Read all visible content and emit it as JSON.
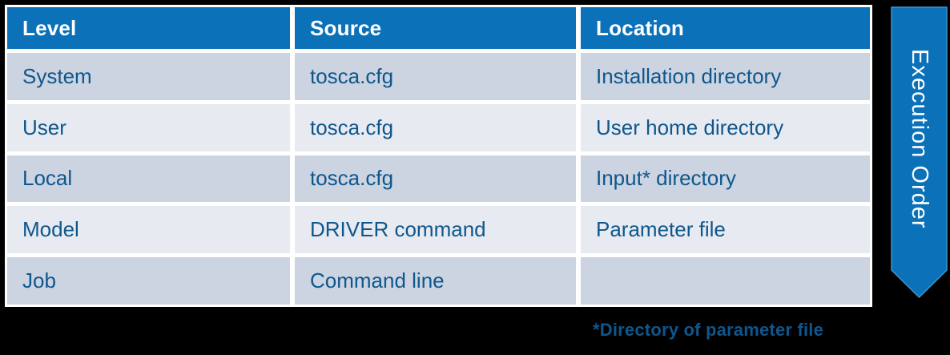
{
  "table": {
    "columns": [
      "Level",
      "Source",
      "Location"
    ],
    "rows": [
      [
        "System",
        "tosca.cfg",
        "Installation directory"
      ],
      [
        "User",
        "tosca.cfg",
        "User home directory"
      ],
      [
        "Local",
        "tosca.cfg",
        "Input* directory"
      ],
      [
        "Model",
        "DRIVER command",
        "Parameter file"
      ],
      [
        "Job",
        "Command line",
        ""
      ]
    ]
  },
  "banner": {
    "label": "Execution Order"
  },
  "footnote": "*Directory of parameter file",
  "colors": {
    "header_blue": "#0b71b8",
    "banner_blue": "#0b71b8",
    "banner_edge": "#3f93d0",
    "row_dark": "#ccd3e1",
    "row_light": "#e7eaf1",
    "cell_text": "#0e578c",
    "footnote_text": "#0f568c",
    "background": "#000000",
    "header_text": "#ffffff"
  }
}
